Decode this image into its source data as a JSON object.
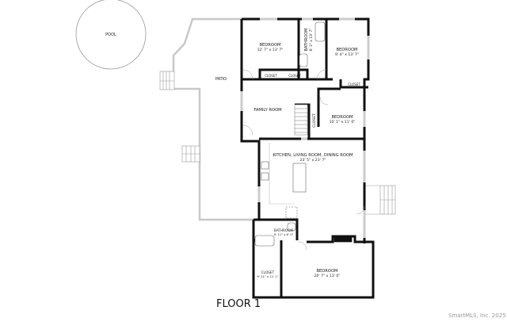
{
  "floor_title": "FLOOR 1",
  "credit": "SmartMLS, Inc. 2025",
  "exterior": {
    "pool": {
      "label": "POOL"
    },
    "patio": {
      "label": "PATIO"
    }
  },
  "rooms": {
    "bedroom_nw": {
      "name": "BEDROOM",
      "dims": "12' 7\" x 13' 7\""
    },
    "bathroom_top": {
      "name": "BATHROOM",
      "dims": "6' 2\" x 13' 7\""
    },
    "bedroom_ne": {
      "name": "BEDROOM",
      "dims": "9' 4\" x 13' 7\""
    },
    "closet_1": {
      "name": "CLOSET"
    },
    "closet_2": {
      "name": "CLOSET"
    },
    "closet_3": {
      "name": "CLOSET"
    },
    "family_room": {
      "name": "FAMILY ROOM"
    },
    "closet_stair": {
      "name": "CLOSET"
    },
    "bedroom_mid": {
      "name": "BEDROOM",
      "dims": "10' 1\" x 11' 0\""
    },
    "kitchen": {
      "name": "KITCHEN, LIVING ROOM, DINING ROOM",
      "dims": "23' 5\" x 23' 7\""
    },
    "bathroom_bottom": {
      "name": "BATHROOM",
      "dims": "9' 11\" x 6' 0\""
    },
    "closet_bottom": {
      "name": "CLOSET",
      "dims": "9' 11\" x 11' 1\""
    },
    "bedroom_bottom": {
      "name": "BEDROOM",
      "dims": "20' 7\" x 13' 0\""
    }
  },
  "colors": {
    "wall": "#111111",
    "exterior_line": "#bbbbbb",
    "window": "#cccccc",
    "background": "#ffffff"
  }
}
